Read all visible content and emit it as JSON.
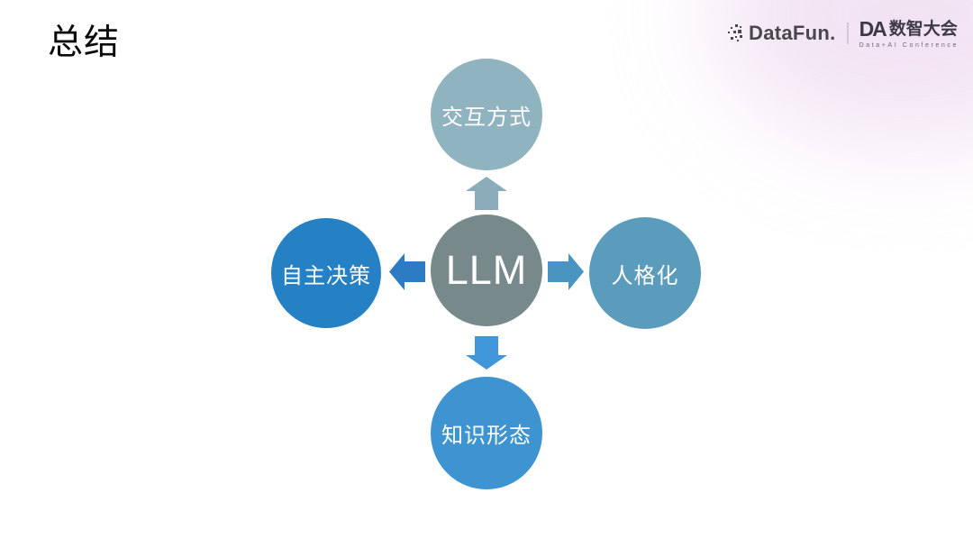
{
  "slide": {
    "title": "总结"
  },
  "header": {
    "datafun": {
      "label": "DataFun.",
      "color": "#4a4750"
    },
    "conference": {
      "abbr": "DA",
      "name": "数智大会",
      "subtitle": "Data+AI Conference",
      "color": "#3e3947"
    }
  },
  "background": {
    "glow_color": "#efddf1"
  },
  "diagram": {
    "center": {
      "label": "LLM",
      "color": "#78898c"
    },
    "nodes": {
      "top": {
        "label": "交互方式",
        "color": "#8fb3bf"
      },
      "right": {
        "label": "人格化",
        "color": "#5b9cbc"
      },
      "bottom": {
        "label": "知识形态",
        "color": "#3e94d0"
      },
      "left": {
        "label": "自主决策",
        "color": "#2580c4"
      }
    },
    "arrows": {
      "up": {
        "color": "#8badbb"
      },
      "right": {
        "color": "#4a94c2"
      },
      "down": {
        "color": "#3f96d8"
      },
      "left": {
        "color": "#2b7cc2"
      }
    }
  }
}
